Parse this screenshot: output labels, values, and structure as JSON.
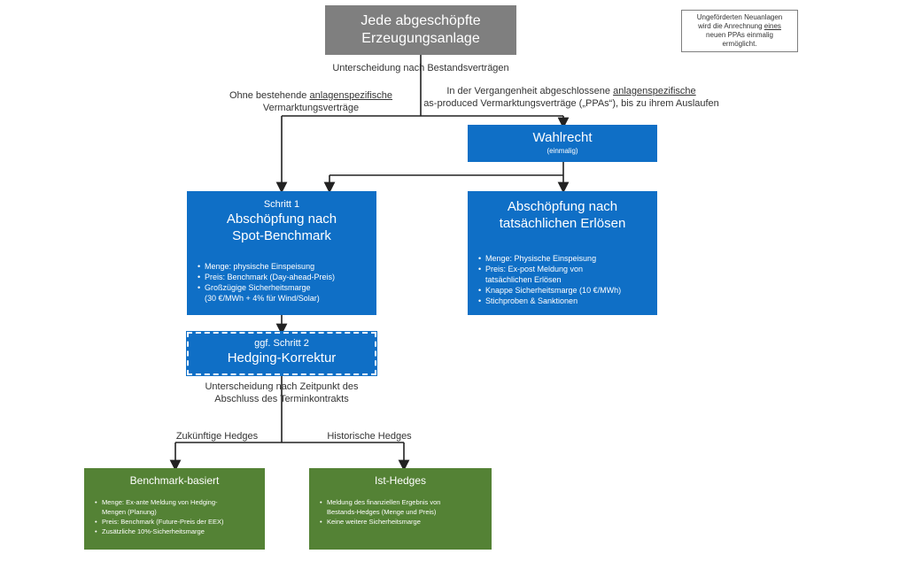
{
  "top_box": {
    "line1": "Jede abgeschöpfte",
    "line2": "Erzeugungsanlage"
  },
  "note": {
    "line1": "Ungeförderten Neuanlagen",
    "line2a": "wird die Anrechnung ",
    "line2u": "eines",
    "line3": "neuen PPAs einmalig",
    "line4": "ermöglicht."
  },
  "label_bestand": "Unterscheidung nach Bestandsverträgen",
  "label_ohne": {
    "a": "Ohne bestehende ",
    "u": "anlagenspezifische",
    "b": "Vermarktungsverträge"
  },
  "label_vergangen": {
    "a": "In der Vergangenheit abgeschlossene ",
    "u": "anlagenspezifische",
    "b": "as-produced Vermarktungsverträge („PPAs“), bis zu ihrem Auslaufen"
  },
  "wahlrecht": {
    "title": "Wahlrecht",
    "sub": "(einmalig)"
  },
  "schritt1": {
    "step": "Schritt 1",
    "title1": "Abschöpfung nach",
    "title2": "Spot-Benchmark",
    "bullets": [
      "Menge: physische Einspeisung",
      "Preis: Benchmark (Day-ahead-Preis)",
      "Großzügige Sicherheitsmarge",
      "(30 €/MWh + 4% für Wind/Solar)"
    ]
  },
  "erloese": {
    "title1": "Abschöpfung nach",
    "title2": "tatsächlichen Erlösen",
    "bullets": [
      "Menge: Physische Einspeisung",
      "Preis: Ex-post Meldung von",
      "tatsächlichen Erlösen",
      "Knappe Sicherheitsmarge (10 €/MWh)",
      "Stichproben & Sanktionen"
    ]
  },
  "schritt2": {
    "step": "ggf. Schritt 2",
    "title": "Hedging-Korrektur"
  },
  "label_zeitpunkt": {
    "a": "Unterscheidung nach Zeitpunkt des",
    "b": "Abschluss des Terminkontrakts"
  },
  "label_zukuenftig": "Zukünftige Hedges",
  "label_historisch": "Historische Hedges",
  "benchmark": {
    "title": "Benchmark-basiert",
    "bullets": [
      "Menge: Ex-ante Meldung von Hedging-",
      "Mengen (Planung)",
      "Preis: Benchmark (Future-Preis der EEX)",
      "Zusätzliche 10%-Sicherheitsmarge"
    ]
  },
  "ist": {
    "title": "Ist-Hedges",
    "bullets": [
      "Meldung des finanziellen Ergebnis von",
      "Bestands-Hedges (Menge und Preis)",
      "Keine weitere Sicherheitsmarge"
    ]
  },
  "colors": {
    "grey": "#7f7f7f",
    "blue": "#0f6fc6",
    "green": "#548235"
  }
}
